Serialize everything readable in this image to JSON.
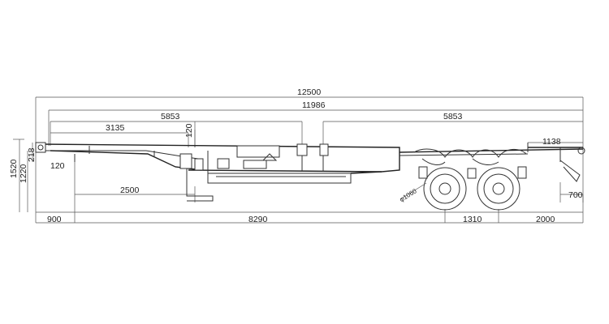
{
  "drawing": {
    "dimensions": {
      "overall_length": "12500",
      "frame_length": "11986",
      "front_twistlock_span": "5853",
      "rear_twistlock_span": "5853",
      "front_section": "3135",
      "neck_height": "120",
      "front_offset": "120",
      "gooseneck_length": "2500",
      "rear_overhang_top": "1138",
      "rear_bumper": "700",
      "total_height": "1520",
      "coupling_height": "1220",
      "front_step": "218",
      "kingpin_offset": "900",
      "kingpin_to_axle": "8290",
      "axle_spacing": "1310",
      "rear_overhang": "2000",
      "tire_size": "φ1060"
    }
  }
}
